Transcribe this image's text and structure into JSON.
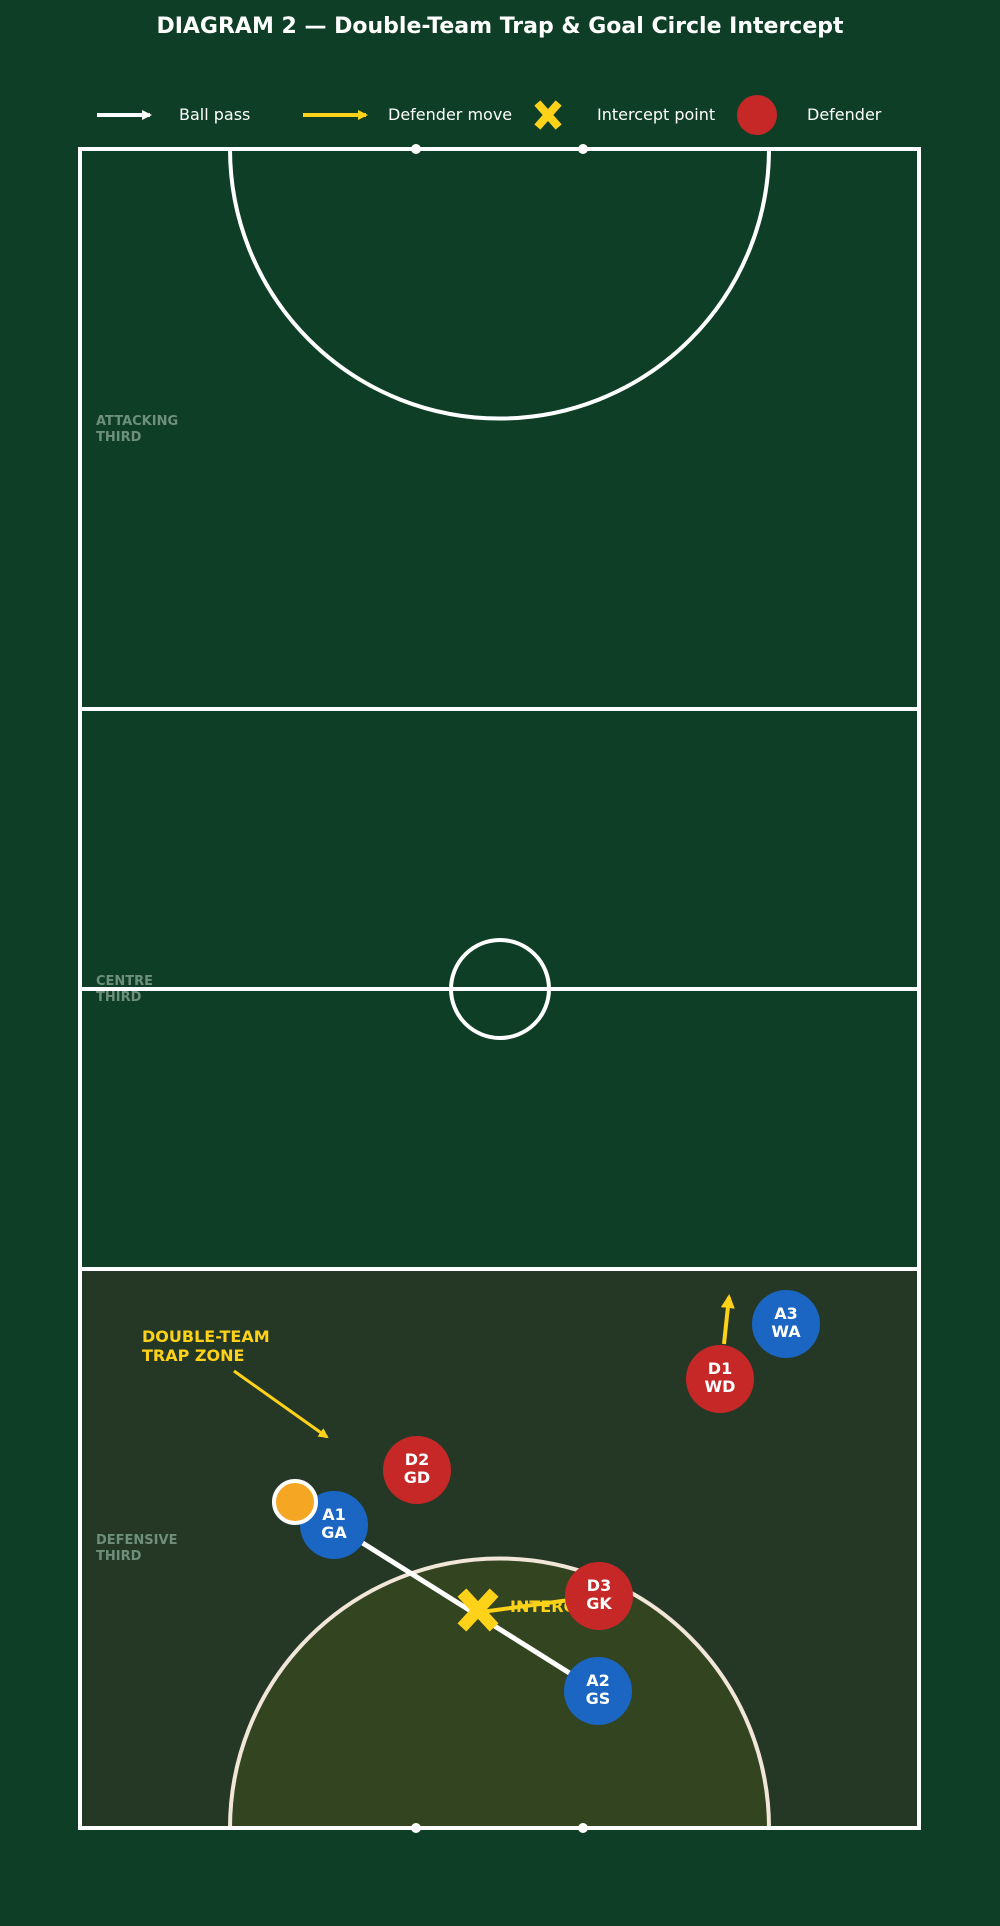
{
  "title": "DIAGRAM 2 — Double-Team Trap & Goal Circle Intercept",
  "legend": {
    "ball_pass": "Ball pass",
    "defender_move": "Defender move",
    "intercept_point": "Intercept point",
    "defender": "Defender"
  },
  "zones": {
    "attacking": [
      "ATTACKING",
      "THIRD"
    ],
    "centre": [
      "CENTRE",
      "THIRD"
    ],
    "defensive": [
      "DEFENSIVE",
      "THIRD"
    ]
  },
  "trap_label": [
    "DOUBLE-TEAM",
    "TRAP ZONE"
  ],
  "intercept_label": "INTERCEPT",
  "players": {
    "a1": [
      "A1",
      "GA"
    ],
    "a2": [
      "A2",
      "GS"
    ],
    "a3": [
      "A3",
      "WA"
    ],
    "d1": [
      "D1",
      "WD"
    ],
    "d2": [
      "D2",
      "GD"
    ],
    "d3": [
      "D3",
      "GK"
    ]
  },
  "colors": {
    "background": "#0e3f26",
    "defensive_third": "#253826",
    "goal_circle_fill": "#334520",
    "attacker": "#1a66c2",
    "defender": "#c62828",
    "ball": "#f5a623",
    "highlight": "#ffd21a",
    "line": "#ffffff"
  }
}
